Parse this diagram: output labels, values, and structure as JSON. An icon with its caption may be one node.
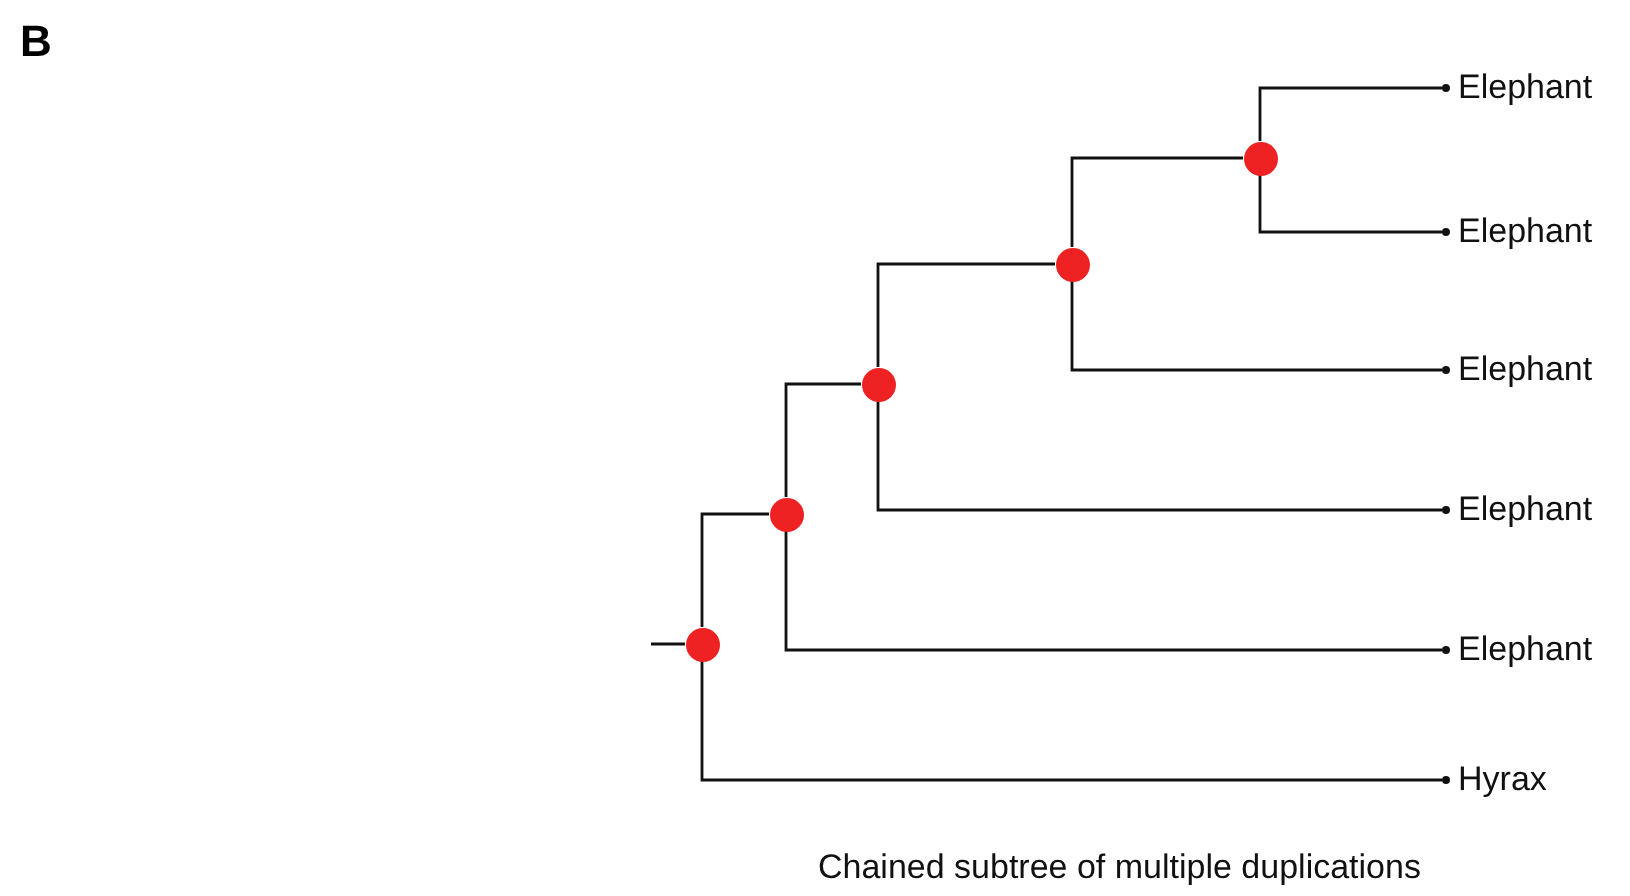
{
  "diagram": {
    "caption": "Chained subtree of multiple duplications",
    "nodes": [
      {
        "text": [],
        "shape": "circle"
      },
      {
        "text": [],
        "shape": "circle"
      },
      {
        "text": [],
        "shape": "circle"
      },
      {
        "text": [],
        "shape": "circle"
      },
      {
        "text": [],
        "shape": "circle"
      },
      {
        "text": [
          "Elephant"
        ]
      },
      {
        "text": [
          "Elephant"
        ]
      },
      {
        "text": [
          "Elephant"
        ]
      },
      {
        "text": [
          "Elephant"
        ]
      },
      {
        "text": [
          "Elephant"
        ]
      },
      {
        "text": [
          "Hyrax"
        ]
      }
    ],
    "edges": [
      {
        "from": null,
        "to": 4,
        "arrow": "none"
      },
      {
        "from": 4,
        "to": 3,
        "arrow": "none"
      },
      {
        "from": 4,
        "to": 10,
        "arrow": "none"
      },
      {
        "from": 3,
        "to": 2,
        "arrow": "none"
      },
      {
        "from": 3,
        "to": 9,
        "arrow": "none"
      },
      {
        "from": 2,
        "to": 1,
        "arrow": "none"
      },
      {
        "from": 2,
        "to": 8,
        "arrow": "none"
      },
      {
        "from": 1,
        "to": 0,
        "arrow": "none"
      },
      {
        "from": 1,
        "to": 7,
        "arrow": "none"
      },
      {
        "from": 0,
        "to": 5,
        "arrow": "none"
      },
      {
        "from": 0,
        "to": 6,
        "arrow": "none"
      }
    ],
    "labels": [
      "B"
    ]
  }
}
